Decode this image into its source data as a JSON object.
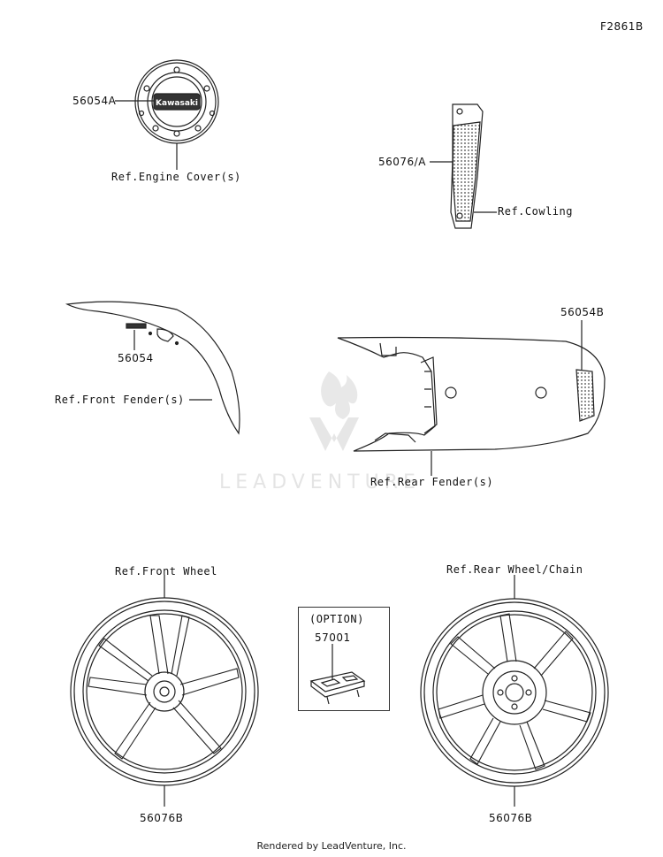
{
  "figure_code": "F2861B",
  "watermark_text": "LEADVENTURE",
  "labels": {
    "p56054A": "56054A",
    "ref_engine_cover": "Ref.Engine Cover(s)",
    "p56076A": "56076/A",
    "ref_cowling": "Ref.Cowling",
    "p56054": "56054",
    "ref_front_fender": "Ref.Front Fender(s)",
    "p56054B": "56054B",
    "ref_rear_fender": "Ref.Rear Fender(s)",
    "ref_front_wheel": "Ref.Front Wheel",
    "option": "(OPTION)",
    "p57001": "57001",
    "ref_rear_wheel": "Ref.Rear Wheel/Chain",
    "p56076B_front": "56076B",
    "p56076B_rear": "56076B"
  },
  "emblem_text": "Kawasaki",
  "footer": "Rendered by LeadVenture, Inc."
}
